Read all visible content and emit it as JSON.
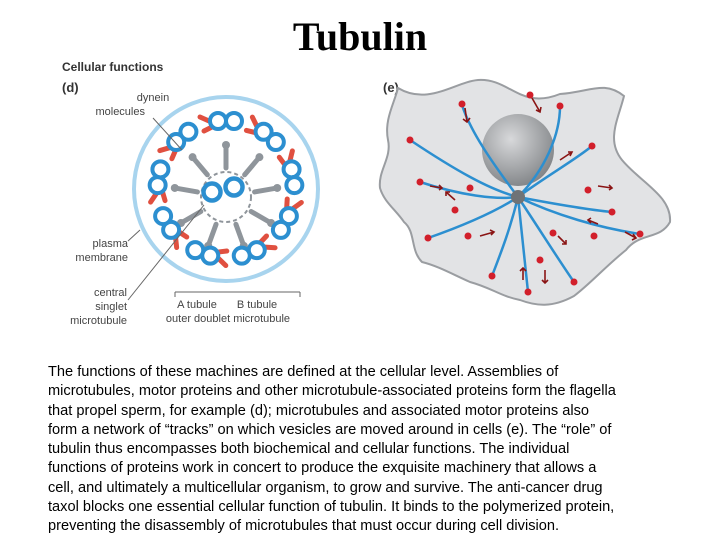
{
  "title": "Tubulin",
  "figure": {
    "heading": "Cellular functions",
    "panel_d": {
      "label": "(d)",
      "callouts": {
        "dynein": [
          "dynein",
          "molecules"
        ],
        "plasma": [
          "plasma",
          "membrane"
        ],
        "central": [
          "central",
          "singlet",
          "microtubule"
        ]
      },
      "tubule_a": "A tubule",
      "tubule_b": "B tubule",
      "outer_doublet": "outer doublet microtubule"
    },
    "panel_e": {
      "label": "(e)"
    },
    "colors": {
      "membrane": "#a8d4ee",
      "tubule_blue": "#2c8fd0",
      "dynein_red": "#e05040",
      "spoke_gray": "#8f959b",
      "cell_fill": "#e2e3e5",
      "cell_outline": "#9a9da1",
      "vesicle_red": "#d21f2b",
      "arrow_dark": "#8a1414"
    }
  },
  "caption": "The functions of these machines are defined at the cellular level. Assemblies of\nmicrotubules, motor proteins and other microtubule-associated proteins form the flagella\nthat propel sperm, for example (d); microtubules and associated motor proteins also\nform a network of “tracks” on which vesicles are moved around in cells (e). The “role” of\ntubulin thus encompasses both biochemical and cellular functions. The individual\nfunctions of proteins work in concert to produce the exquisite machinery that allows a\ncell, and ultimately a multicellular organism, to grow and survive. The anti-cancer drug\ntaxol blocks one essential cellular function of tubulin. It binds to the polymerized protein,\npreventing the disassembly of microtubules that must occur during cell division."
}
